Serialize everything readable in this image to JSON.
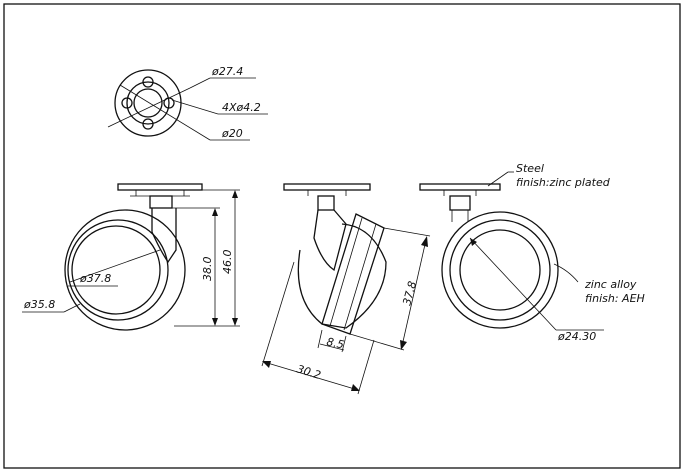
{
  "top_view": {
    "d_outer": "ø27.4",
    "holes": "4Xø4.2",
    "d_inner": "ø20"
  },
  "left_view": {
    "d_wheel": "ø37.8",
    "d_rim": "ø35.8",
    "h_axle": "38.0",
    "h_total": "46.0"
  },
  "middle_view": {
    "height": "37.8",
    "width": "30.2",
    "offset": "8.5"
  },
  "right_view": {
    "plate_note_line1": "Steel",
    "plate_note_line2": "finish:zinc plated",
    "wheel_note_line1": "zinc alloy",
    "wheel_note_line2": "finish: AEH",
    "d_wheel": "ø24.30"
  }
}
